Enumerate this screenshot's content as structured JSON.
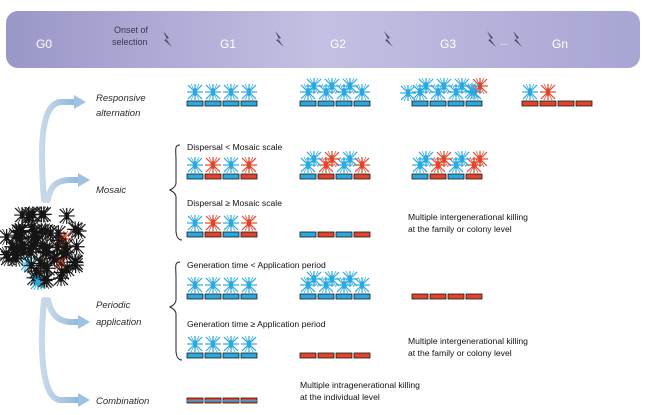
{
  "header": {
    "onset_line1": "Onset of",
    "onset_line2": "selection",
    "generations": [
      "G0",
      "G1",
      "G2",
      "G3",
      "Gn"
    ],
    "ellipsis": "..."
  },
  "strategies": {
    "responsive_line1": "Responsive",
    "responsive_line2": "alternation",
    "mosaic": "Mosaic",
    "periodic_line1": "Periodic",
    "periodic_line2": "application",
    "combination": "Combination"
  },
  "conditions": {
    "mosaic_small": "Dispersal < Mosaic scale",
    "mosaic_large": "Dispersal ≥ Mosaic scale",
    "periodic_short": "Generation time < Application period",
    "periodic_long": "Generation time ≥ Application period"
  },
  "notes": {
    "mosaic_line1": "Multiple intergenerational killing",
    "mosaic_line2": "at the family or colony level",
    "periodic_line1": "Multiple intergenerational killing",
    "periodic_line2": "at the family or colony level",
    "combination_line1": "Multiple intragenerational killing",
    "combination_line2": "at the individual level"
  },
  "colors": {
    "header_band": "#b9b6dc",
    "blue_pesticide": "#29a9e0",
    "red_pesticide": "#e0452a",
    "arrow": "#a6c6e4",
    "lightning": "#4a4a6a"
  }
}
